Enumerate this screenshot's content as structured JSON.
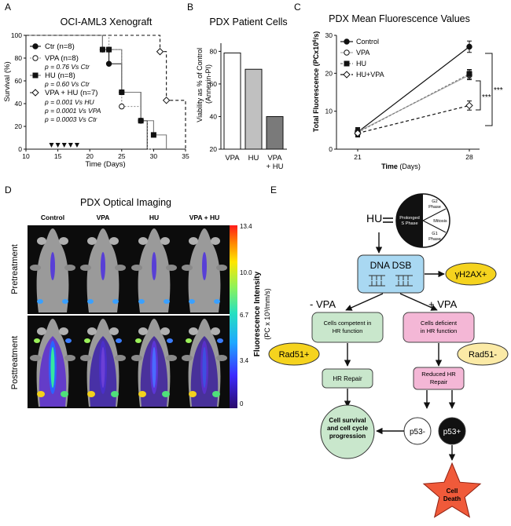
{
  "panels": {
    "A": {
      "letter": "A",
      "title": "OCI-AML3 Xenograft",
      "ylabel": "Survival (%)",
      "xlabel": "Time (Days)",
      "xticks": [
        10,
        15,
        20,
        25,
        30,
        35
      ],
      "yticks": [
        0,
        20,
        40,
        60,
        80,
        100
      ],
      "legend": [
        {
          "label": "Ctr (n=8)",
          "style": "solid-filled-circle"
        },
        {
          "label": "VPA (n=8)",
          "style": "dotted-open-circle"
        },
        {
          "label": "HU (n=8)",
          "style": "solid-filled-square"
        },
        {
          "label": "VPA + HU (n=7)",
          "style": "dashed-open-diamond"
        }
      ],
      "pvalues": [
        "p = 0.76 Vs Ctr",
        "p = 0.60 Vs Ctr",
        "p = 0.001 Vs HU",
        "p = 0.0001 Vs VPA",
        "p = 0.0003 Vs Ctr"
      ]
    },
    "B": {
      "letter": "B",
      "title": "PDX Patient Cells",
      "ylabel": "Viability as % of Control\n(Annexin-PI)",
      "yticks": [
        20,
        40,
        60,
        80
      ]
    },
    "C": {
      "letter": "C",
      "title": "PDX Mean Fluorescence Values",
      "ylabel": "Total Fluorescence (PCx10^6/s)",
      "xlabel": "Time (Days)",
      "xticks": [
        "21",
        "28"
      ],
      "yticks": [
        0,
        10,
        20,
        30
      ],
      "legend": [
        "Control",
        "VPA",
        "HU",
        "HU+VPA"
      ],
      "significance": [
        "***",
        "***"
      ]
    },
    "D": {
      "letter": "D",
      "title": "PDX Optical Imaging",
      "columns": [
        "Control",
        "VPA",
        "HU",
        "VPA + HU"
      ],
      "rows": [
        "Pretreatment",
        "Posttreatment"
      ],
      "colorbar_label": "Fluorescence Intensity",
      "colorbar_units": "(PC x 10³/mm/s)",
      "colorbar_ticks": [
        "13.4",
        "10.0",
        "6.7",
        "3.4",
        "0"
      ]
    },
    "E": {
      "letter": "E",
      "hu": "HU",
      "cycle": [
        "Prolonged S Phase",
        "G2 Phase",
        "Mitosis",
        "G1 Phase"
      ],
      "dsb": "DNA DSB",
      "h2ax": "γH2AX+",
      "minus_vpa": "- VPA",
      "plus_vpa": "+ VPA",
      "competent": "Cells competent in HR function",
      "deficient": "Cells deficient in HR function",
      "rad51_pos": "Rad51+",
      "rad51_neg": "Rad51-",
      "hr_repair": "HR Repair",
      "reduced_hr": "Reduced HR Repair",
      "survival": "Cell survival and cell cycle progression",
      "p53_neg": "p53-",
      "p53_pos": "p53+",
      "death": "Cell Death"
    }
  },
  "chart_data": [
    {
      "panel": "A",
      "type": "line",
      "title": "OCI-AML3 Xenograft",
      "xlabel": "Time (Days)",
      "ylabel": "Survival (%)",
      "xlim": [
        10,
        35
      ],
      "ylim": [
        0,
        100
      ],
      "treatment_days": [
        14,
        15,
        16,
        17,
        18
      ],
      "series": [
        {
          "name": "Ctr (n=8)",
          "x": [
            10,
            22,
            23,
            25,
            28,
            29,
            30
          ],
          "y": [
            100,
            87.5,
            75,
            50,
            25,
            0,
            0
          ]
        },
        {
          "name": "VPA (n=8)",
          "x": [
            10,
            23,
            25,
            28,
            29,
            30
          ],
          "y": [
            100,
            87.5,
            37.5,
            25,
            0,
            0
          ]
        },
        {
          "name": "HU (n=8)",
          "x": [
            10,
            22,
            23,
            25,
            28,
            30,
            32
          ],
          "y": [
            100,
            87.5,
            87.5,
            50,
            25,
            12.5,
            0
          ]
        },
        {
          "name": "VPA + HU (n=7)",
          "x": [
            10,
            30,
            31,
            32,
            35
          ],
          "y": [
            100,
            100,
            85.7,
            42.9,
            0
          ]
        }
      ]
    },
    {
      "panel": "B",
      "type": "bar",
      "title": "PDX Patient Cells",
      "ylabel": "Viability as % of Control (Annexin-PI)",
      "ylim": [
        20,
        85
      ],
      "categories": [
        "VPA",
        "HU",
        "VPA\n+ HU"
      ],
      "values": [
        79,
        69,
        40
      ],
      "colors": [
        "#ffffff",
        "#c0c0c0",
        "#7a7a7a"
      ]
    },
    {
      "panel": "C",
      "type": "line",
      "title": "PDX Mean Fluorescence Values",
      "xlabel": "Time (Days)",
      "ylabel": "Total Fluorescence (PCx10^6/s)",
      "ylim": [
        0,
        30
      ],
      "categories": [
        "21",
        "28"
      ],
      "series": [
        {
          "name": "Control",
          "values": [
            4.5,
            27
          ],
          "err": [
            1.2,
            1.5
          ]
        },
        {
          "name": "VPA",
          "values": [
            4.6,
            19.5
          ],
          "err": [
            1.0,
            1.2
          ]
        },
        {
          "name": "HU",
          "values": [
            4.4,
            19.8
          ],
          "err": [
            1.0,
            1.2
          ]
        },
        {
          "name": "HU+VPA",
          "values": [
            4.2,
            11.5
          ],
          "err": [
            1.0,
            1.2
          ]
        }
      ]
    }
  ]
}
